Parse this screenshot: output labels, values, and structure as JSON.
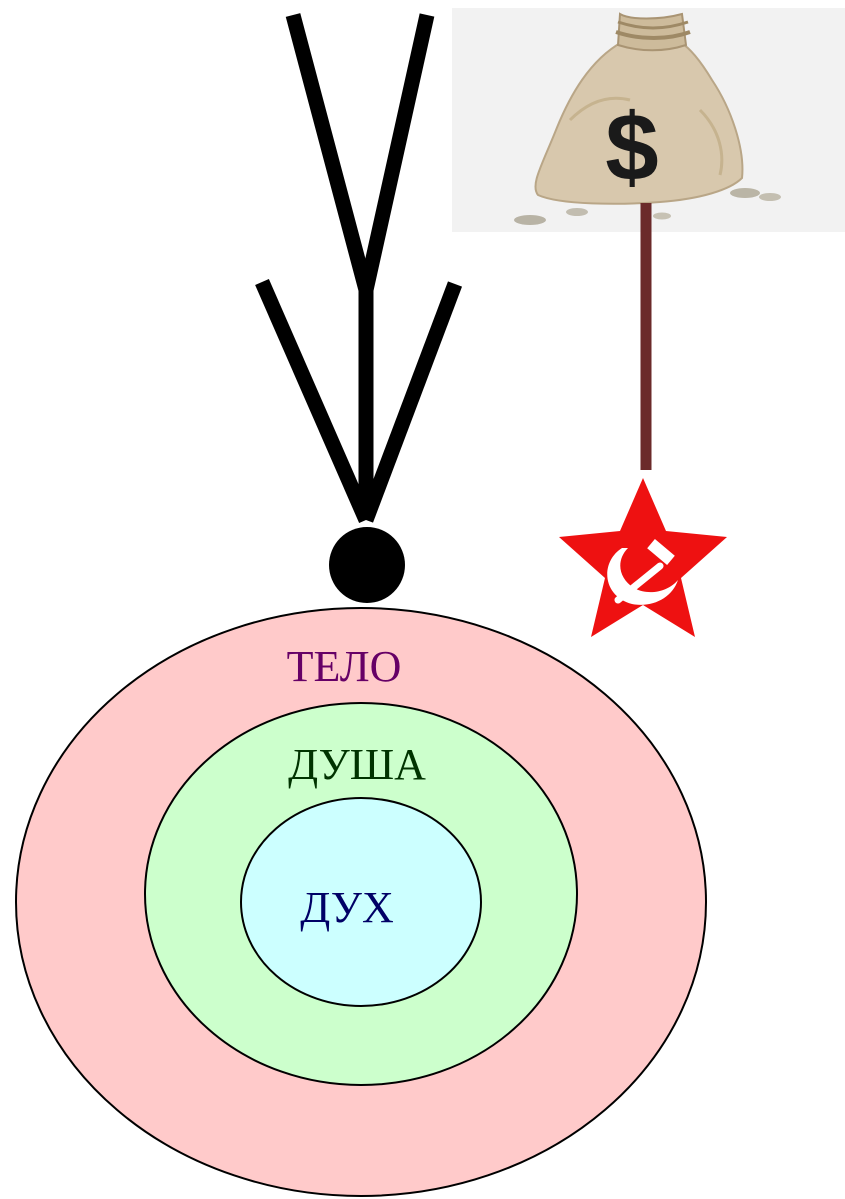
{
  "diagram": {
    "rings": [
      {
        "label": "ТЕЛО",
        "fill": "#ffcaca",
        "text_color": "#660066"
      },
      {
        "label": "ДУША",
        "fill": "#ccffcc",
        "text_color": "#003300"
      },
      {
        "label": "ДУХ",
        "fill": "#ccffff",
        "text_color": "#000066"
      }
    ],
    "money_bag": {
      "symbol": "$",
      "icon": "money-bag-icon"
    },
    "star_emblem": {
      "icon": "hammer-sickle-star-icon",
      "color": "#ee1111"
    },
    "connector_color": "#6b2a2a",
    "ray_symbol_color": "#000000"
  }
}
